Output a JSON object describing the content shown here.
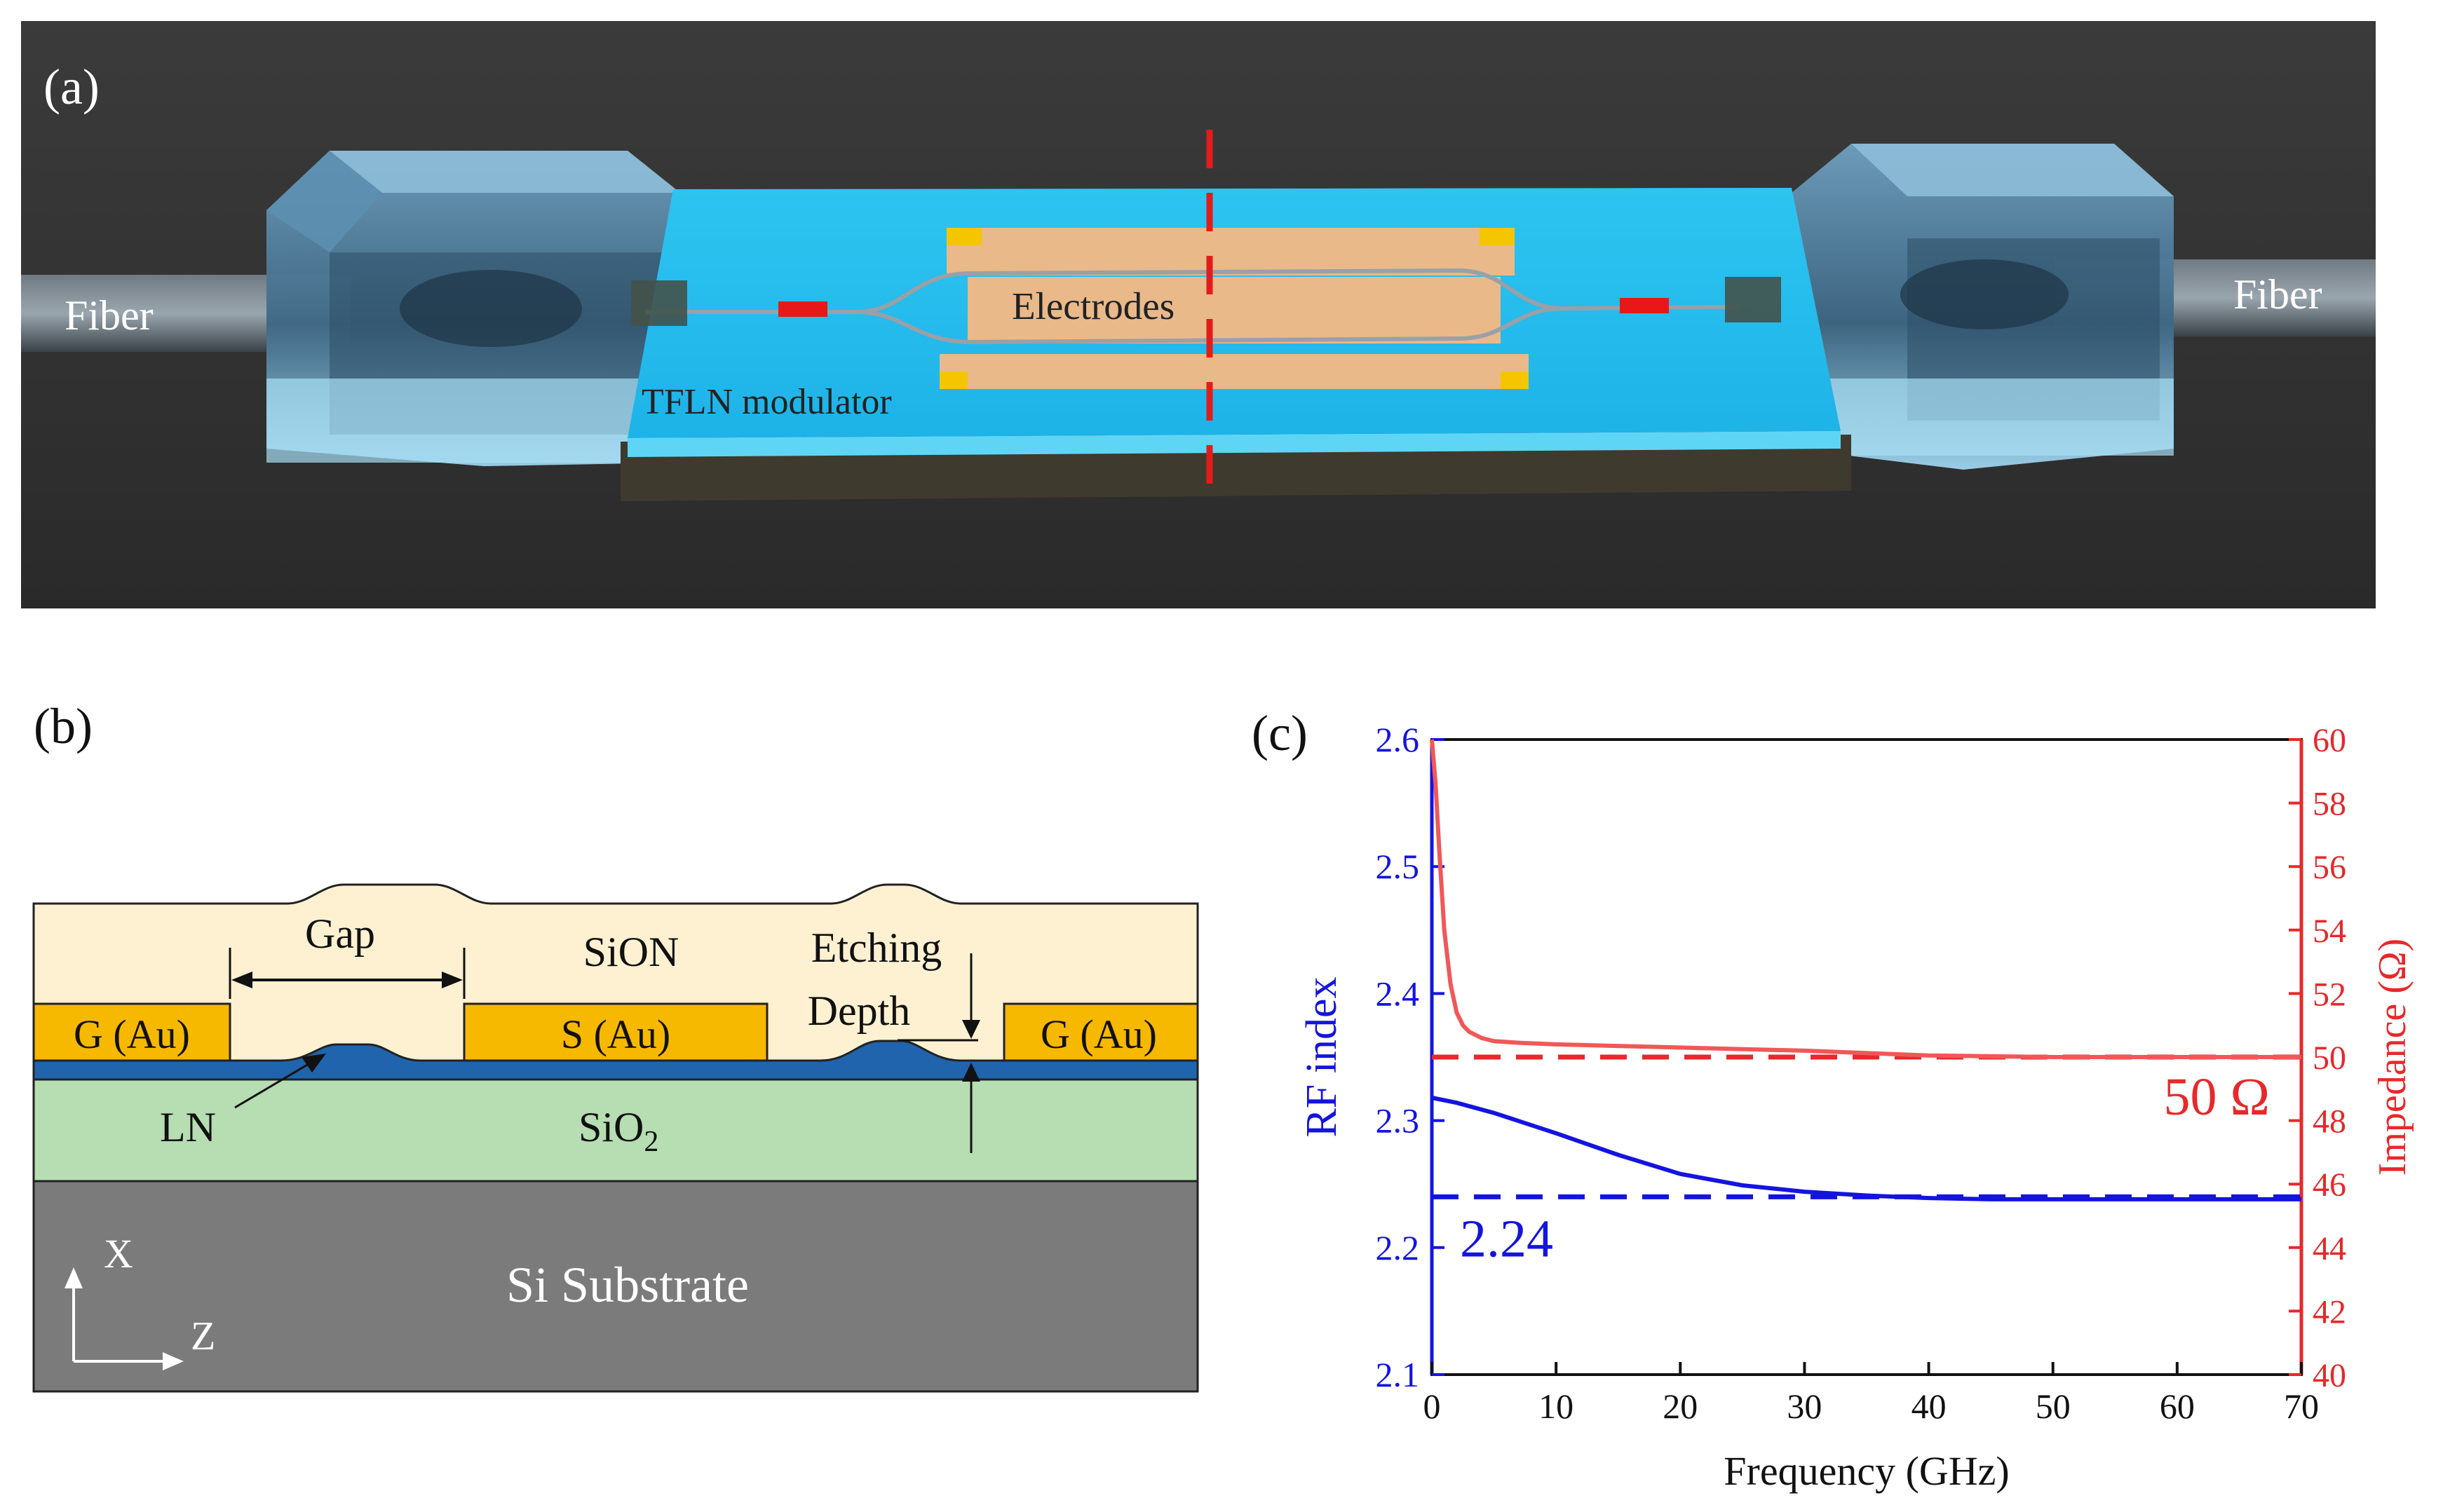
{
  "panel_a": {
    "label": "(a)",
    "fiber_left": "Fiber",
    "fiber_right": "Fiber",
    "electrodes": "Electrodes",
    "modulator": "TFLN modulator"
  },
  "panel_b": {
    "label": "(b)",
    "gap": "Gap",
    "sion": "SiON",
    "etching": "Etching",
    "depth": "Depth",
    "g_left": "G (Au)",
    "s_center": "S (Au)",
    "g_right": "G (Au)",
    "ln": "LN",
    "sio2_main": "SiO",
    "sio2_sub": "2",
    "substrate": "Si Substrate",
    "axis_x": "X",
    "axis_z": "Z"
  },
  "colors": {
    "sion": "#fef1d2",
    "gold": "#f7b800",
    "ln": "#1f64ad",
    "sio2": "#b7ddb3",
    "si": "#7b7b7b",
    "rf_blue": "#1414e0",
    "imp_red": "#e8282a"
  },
  "chart_data": {
    "label": "(c)",
    "type": "line",
    "xlabel": "Frequency (GHz)",
    "ylabel_left": "RF index",
    "ylabel_right": "Impedance (Ω)",
    "xlim": [
      0,
      70
    ],
    "ylim_left": [
      2.1,
      2.6
    ],
    "ylim_right": [
      40,
      60
    ],
    "x_ticks": [
      0,
      10,
      20,
      30,
      40,
      50,
      60,
      70
    ],
    "y_left_ticks": [
      2.1,
      2.2,
      2.3,
      2.4,
      2.5,
      2.6
    ],
    "y_right_ticks": [
      40,
      42,
      44,
      46,
      48,
      50,
      52,
      54,
      56,
      58,
      60
    ],
    "grid": false,
    "series": [
      {
        "axis": "left",
        "x": [
          0,
          2,
          5,
          10,
          15,
          20,
          25,
          30,
          35,
          40,
          45,
          50,
          55,
          60,
          65,
          70
        ],
        "y": [
          2.318,
          2.314,
          2.306,
          2.29,
          2.273,
          2.258,
          2.249,
          2.244,
          2.241,
          2.239,
          2.238,
          2.238,
          2.238,
          2.238,
          2.238,
          2.238
        ]
      },
      {
        "axis": "right",
        "x": [
          0,
          0.3,
          0.6,
          1,
          1.5,
          2,
          2.5,
          3,
          4,
          5,
          7,
          10,
          20,
          30,
          40,
          50,
          60,
          70
        ],
        "y": [
          60.0,
          58.6,
          56.5,
          54.0,
          52.3,
          51.4,
          51.0,
          50.8,
          50.6,
          50.5,
          50.45,
          50.4,
          50.3,
          50.2,
          50.05,
          50.0,
          50.0,
          50.0
        ]
      }
    ],
    "reference_lines": [
      {
        "axis": "left",
        "value": 2.24,
        "label": "2.24"
      },
      {
        "axis": "right",
        "value": 50,
        "label": "50 Ω"
      }
    ]
  }
}
